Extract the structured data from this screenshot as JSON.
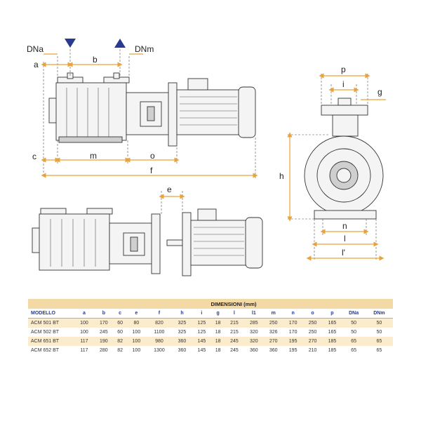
{
  "labels": {
    "dna_top": "DNa",
    "dnm_top": "DNm",
    "a": "a",
    "b": "b",
    "c": "c",
    "m": "m",
    "o": "o",
    "f": "f",
    "e": "e",
    "p": "p",
    "i": "i",
    "g": "g",
    "h": "h",
    "n": "n",
    "l": "l",
    "l_prime": "l'"
  },
  "colors": {
    "dimension": "#e8a33a",
    "arrow": "#2a3a8f",
    "table_title_bg": "#f3d9a5",
    "table_alt_bg": "#fbeccd",
    "header_text": "#2a3a8f"
  },
  "table": {
    "title": "DIMENSIONI (mm)",
    "headers": [
      "MODELLO",
      "a",
      "b",
      "c",
      "e",
      "f",
      "h",
      "i",
      "g",
      "l",
      "l1",
      "m",
      "n",
      "o",
      "p",
      "DNa",
      "DNm"
    ],
    "rows": [
      [
        "ACM 501 BT",
        "100",
        "170",
        "60",
        "80",
        "820",
        "325",
        "125",
        "18",
        "215",
        "285",
        "250",
        "170",
        "250",
        "165",
        "50",
        "50"
      ],
      [
        "ACM 502 BT",
        "100",
        "245",
        "60",
        "100",
        "1100",
        "325",
        "125",
        "18",
        "215",
        "320",
        "326",
        "170",
        "250",
        "165",
        "50",
        "50"
      ],
      [
        "ACM 651 BT",
        "117",
        "190",
        "82",
        "100",
        "980",
        "360",
        "145",
        "18",
        "245",
        "320",
        "270",
        "195",
        "270",
        "185",
        "65",
        "65"
      ],
      [
        "ACM 652 BT",
        "117",
        "280",
        "82",
        "100",
        "1300",
        "360",
        "145",
        "18",
        "245",
        "360",
        "360",
        "195",
        "210",
        "185",
        "65",
        "65"
      ]
    ]
  }
}
